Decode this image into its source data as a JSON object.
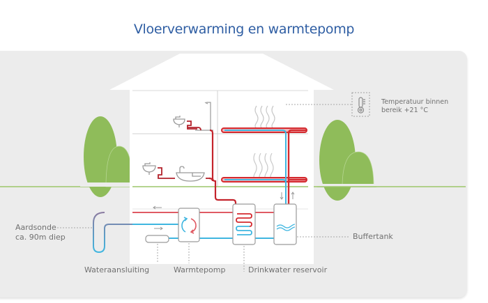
{
  "title": "Vloerverwarming en warmtepomp",
  "labels": {
    "temperature_line1": "Temperatuur binnen",
    "temperature_line2": "bereik +21 °C",
    "ground_probe_line1": "Aardsonde",
    "ground_probe_line2": "ca. 90m diep",
    "water_connection": "Wateraansluiting",
    "heat_pump": "Warmtepomp",
    "drinking_water_reservoir": "Drinkwater reservoir",
    "buffer_tank": "Buffertank"
  },
  "icons": [
    "thermometer-icon",
    "heat-wave-icon",
    "sink-icon",
    "shower-icon",
    "bathtub-icon",
    "heat-pump-cycle-icon",
    "coil-icon",
    "water-wave-icon",
    "tree-icon"
  ],
  "colors": {
    "title": "#2f5ea3",
    "hot_pipe": "#d42a2f",
    "cold_pipe": "#3fb6e0",
    "greenery": "#8fbc5a",
    "panel": "#ececec"
  }
}
